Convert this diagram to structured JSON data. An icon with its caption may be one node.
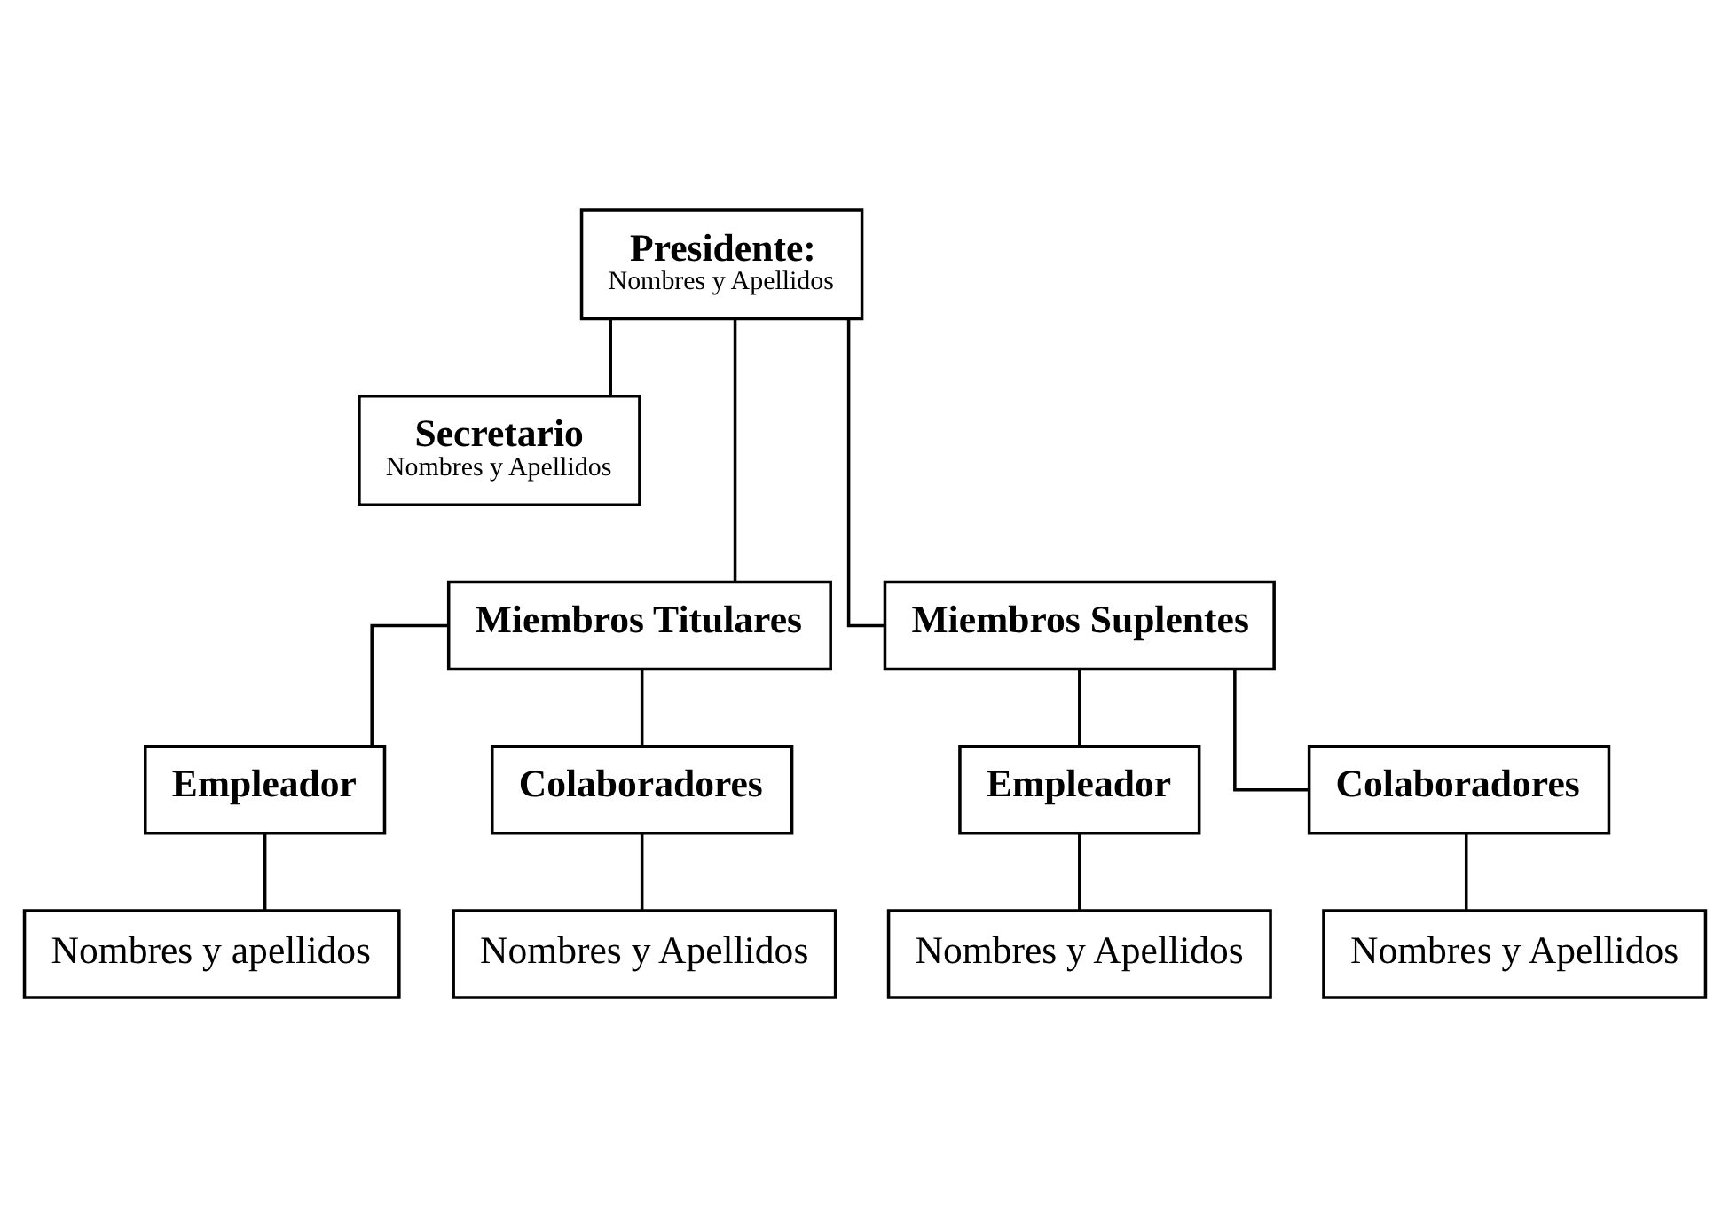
{
  "diagram": {
    "nodes": [
      {
        "text": [
          "Presidente:",
          "Nombres y Apellidos"
        ]
      },
      {
        "text": [
          "Secretario",
          "Nombres y Apellidos"
        ]
      },
      {
        "text": [
          "Miembros Titulares"
        ]
      },
      {
        "text": [
          "Miembros Suplentes"
        ]
      },
      {
        "text": [
          "Empleador"
        ]
      },
      {
        "text": [
          "Colaboradores"
        ]
      },
      {
        "text": [
          "Empleador"
        ]
      },
      {
        "text": [
          "Colaboradores"
        ]
      },
      {
        "text": [
          "Nombres y apellidos"
        ]
      },
      {
        "text": [
          "Nombres y Apellidos"
        ]
      },
      {
        "text": [
          "Nombres y Apellidos"
        ]
      },
      {
        "text": [
          "Nombres y Apellidos"
        ]
      }
    ],
    "edges": [
      {
        "from": 0,
        "to": 1,
        "arrow": "none"
      },
      {
        "from": 0,
        "to": 2,
        "arrow": "none"
      },
      {
        "from": 0,
        "to": 3,
        "arrow": "none"
      },
      {
        "from": 2,
        "to": 4,
        "arrow": "none"
      },
      {
        "from": 2,
        "to": 5,
        "arrow": "none"
      },
      {
        "from": 3,
        "to": 6,
        "arrow": "none"
      },
      {
        "from": 3,
        "to": 7,
        "arrow": "none"
      },
      {
        "from": 4,
        "to": 8,
        "arrow": "none"
      },
      {
        "from": 5,
        "to": 9,
        "arrow": "none"
      },
      {
        "from": 6,
        "to": 10,
        "arrow": "none"
      },
      {
        "from": 7,
        "to": 11,
        "arrow": "none"
      }
    ]
  }
}
